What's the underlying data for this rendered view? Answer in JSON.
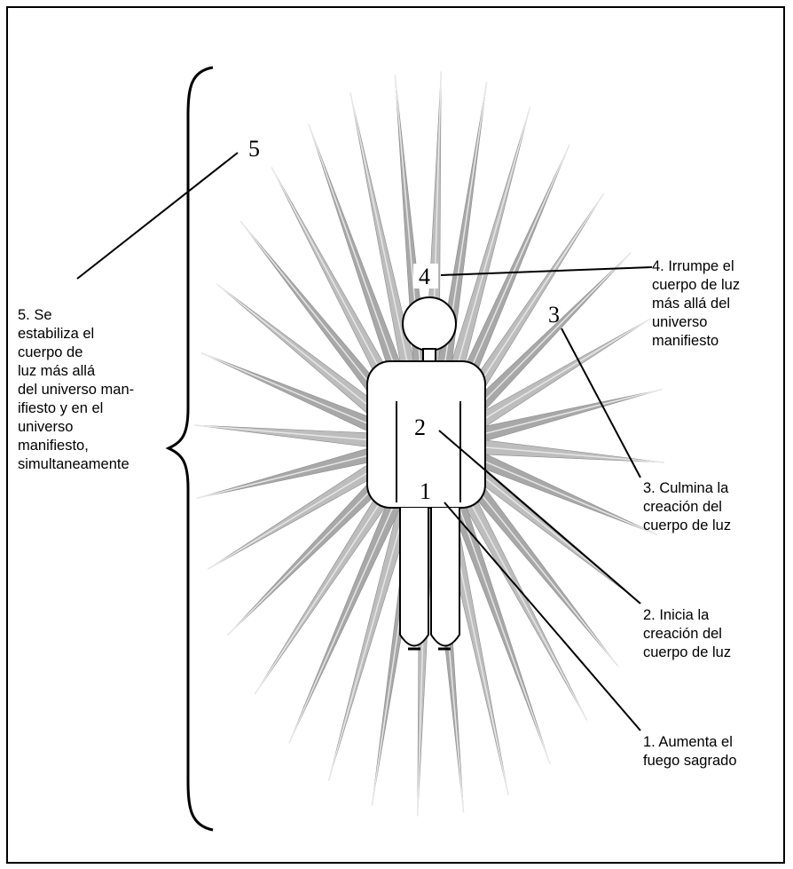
{
  "diagram": {
    "markers": {
      "m1": "1",
      "m2": "2",
      "m3": "3",
      "m4": "4",
      "m5": "5"
    },
    "labels": {
      "step1": "1. Aumenta el\nfuego sagrado",
      "step2": "2. Inicia la\ncreación del\ncuerpo de luz",
      "step3": "3. Culmina la\ncreación del\ncuerpo de luz",
      "step4": "4. Irrumpe el\ncuerpo de luz\nmás allá del\nuniverso\nmanifiesto",
      "step5": "5. Se\nestabiliza  el\ncuerpo de\nluz más allá\ndel universo man-\nifiesto y en el\nuniverso\nmanifiesto,\nsimultaneamente"
    },
    "colors": {
      "ray_light": "#e8e8e8",
      "ray_dark": "#8a8a8a",
      "line": "#000000"
    }
  }
}
